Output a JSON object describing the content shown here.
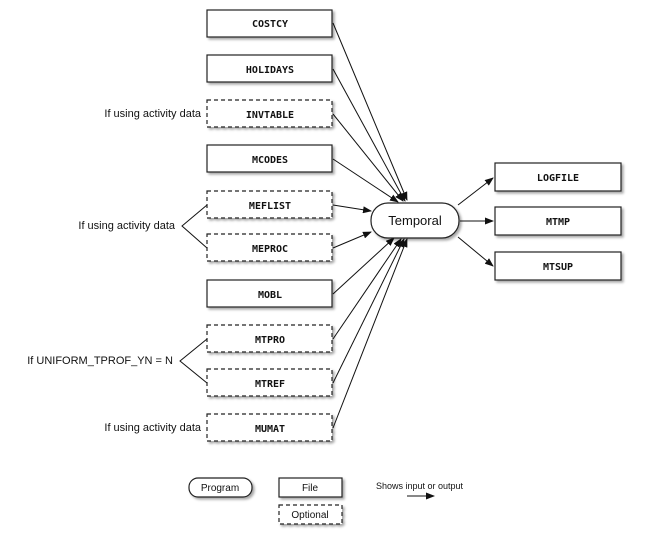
{
  "program": {
    "label": "Temporal"
  },
  "inputs": [
    {
      "label": "COSTCY",
      "optional": false
    },
    {
      "label": "HOLIDAYS",
      "optional": false
    },
    {
      "label": "INVTABLE",
      "optional": true
    },
    {
      "label": "MCODES",
      "optional": false
    },
    {
      "label": "MEFLIST",
      "optional": true
    },
    {
      "label": "MEPROC",
      "optional": true
    },
    {
      "label": "MOBL",
      "optional": false
    },
    {
      "label": "MTPRO",
      "optional": true
    },
    {
      "label": "MTREF",
      "optional": true
    },
    {
      "label": "MUMAT",
      "optional": true
    }
  ],
  "outputs": [
    {
      "label": "LOGFILE",
      "optional": false
    },
    {
      "label": "MTMP",
      "optional": false
    },
    {
      "label": "MTSUP",
      "optional": false
    }
  ],
  "notes": {
    "invtable": "If using activity data",
    "meflist_meproc": "If using activity data",
    "mtpro_mtref": "If UNIFORM_TPROF_YN = N",
    "mumat": "If using activity data"
  },
  "legend": {
    "program": "Program",
    "file": "File",
    "optional": "Optional",
    "arrow": "Shows input or output"
  }
}
